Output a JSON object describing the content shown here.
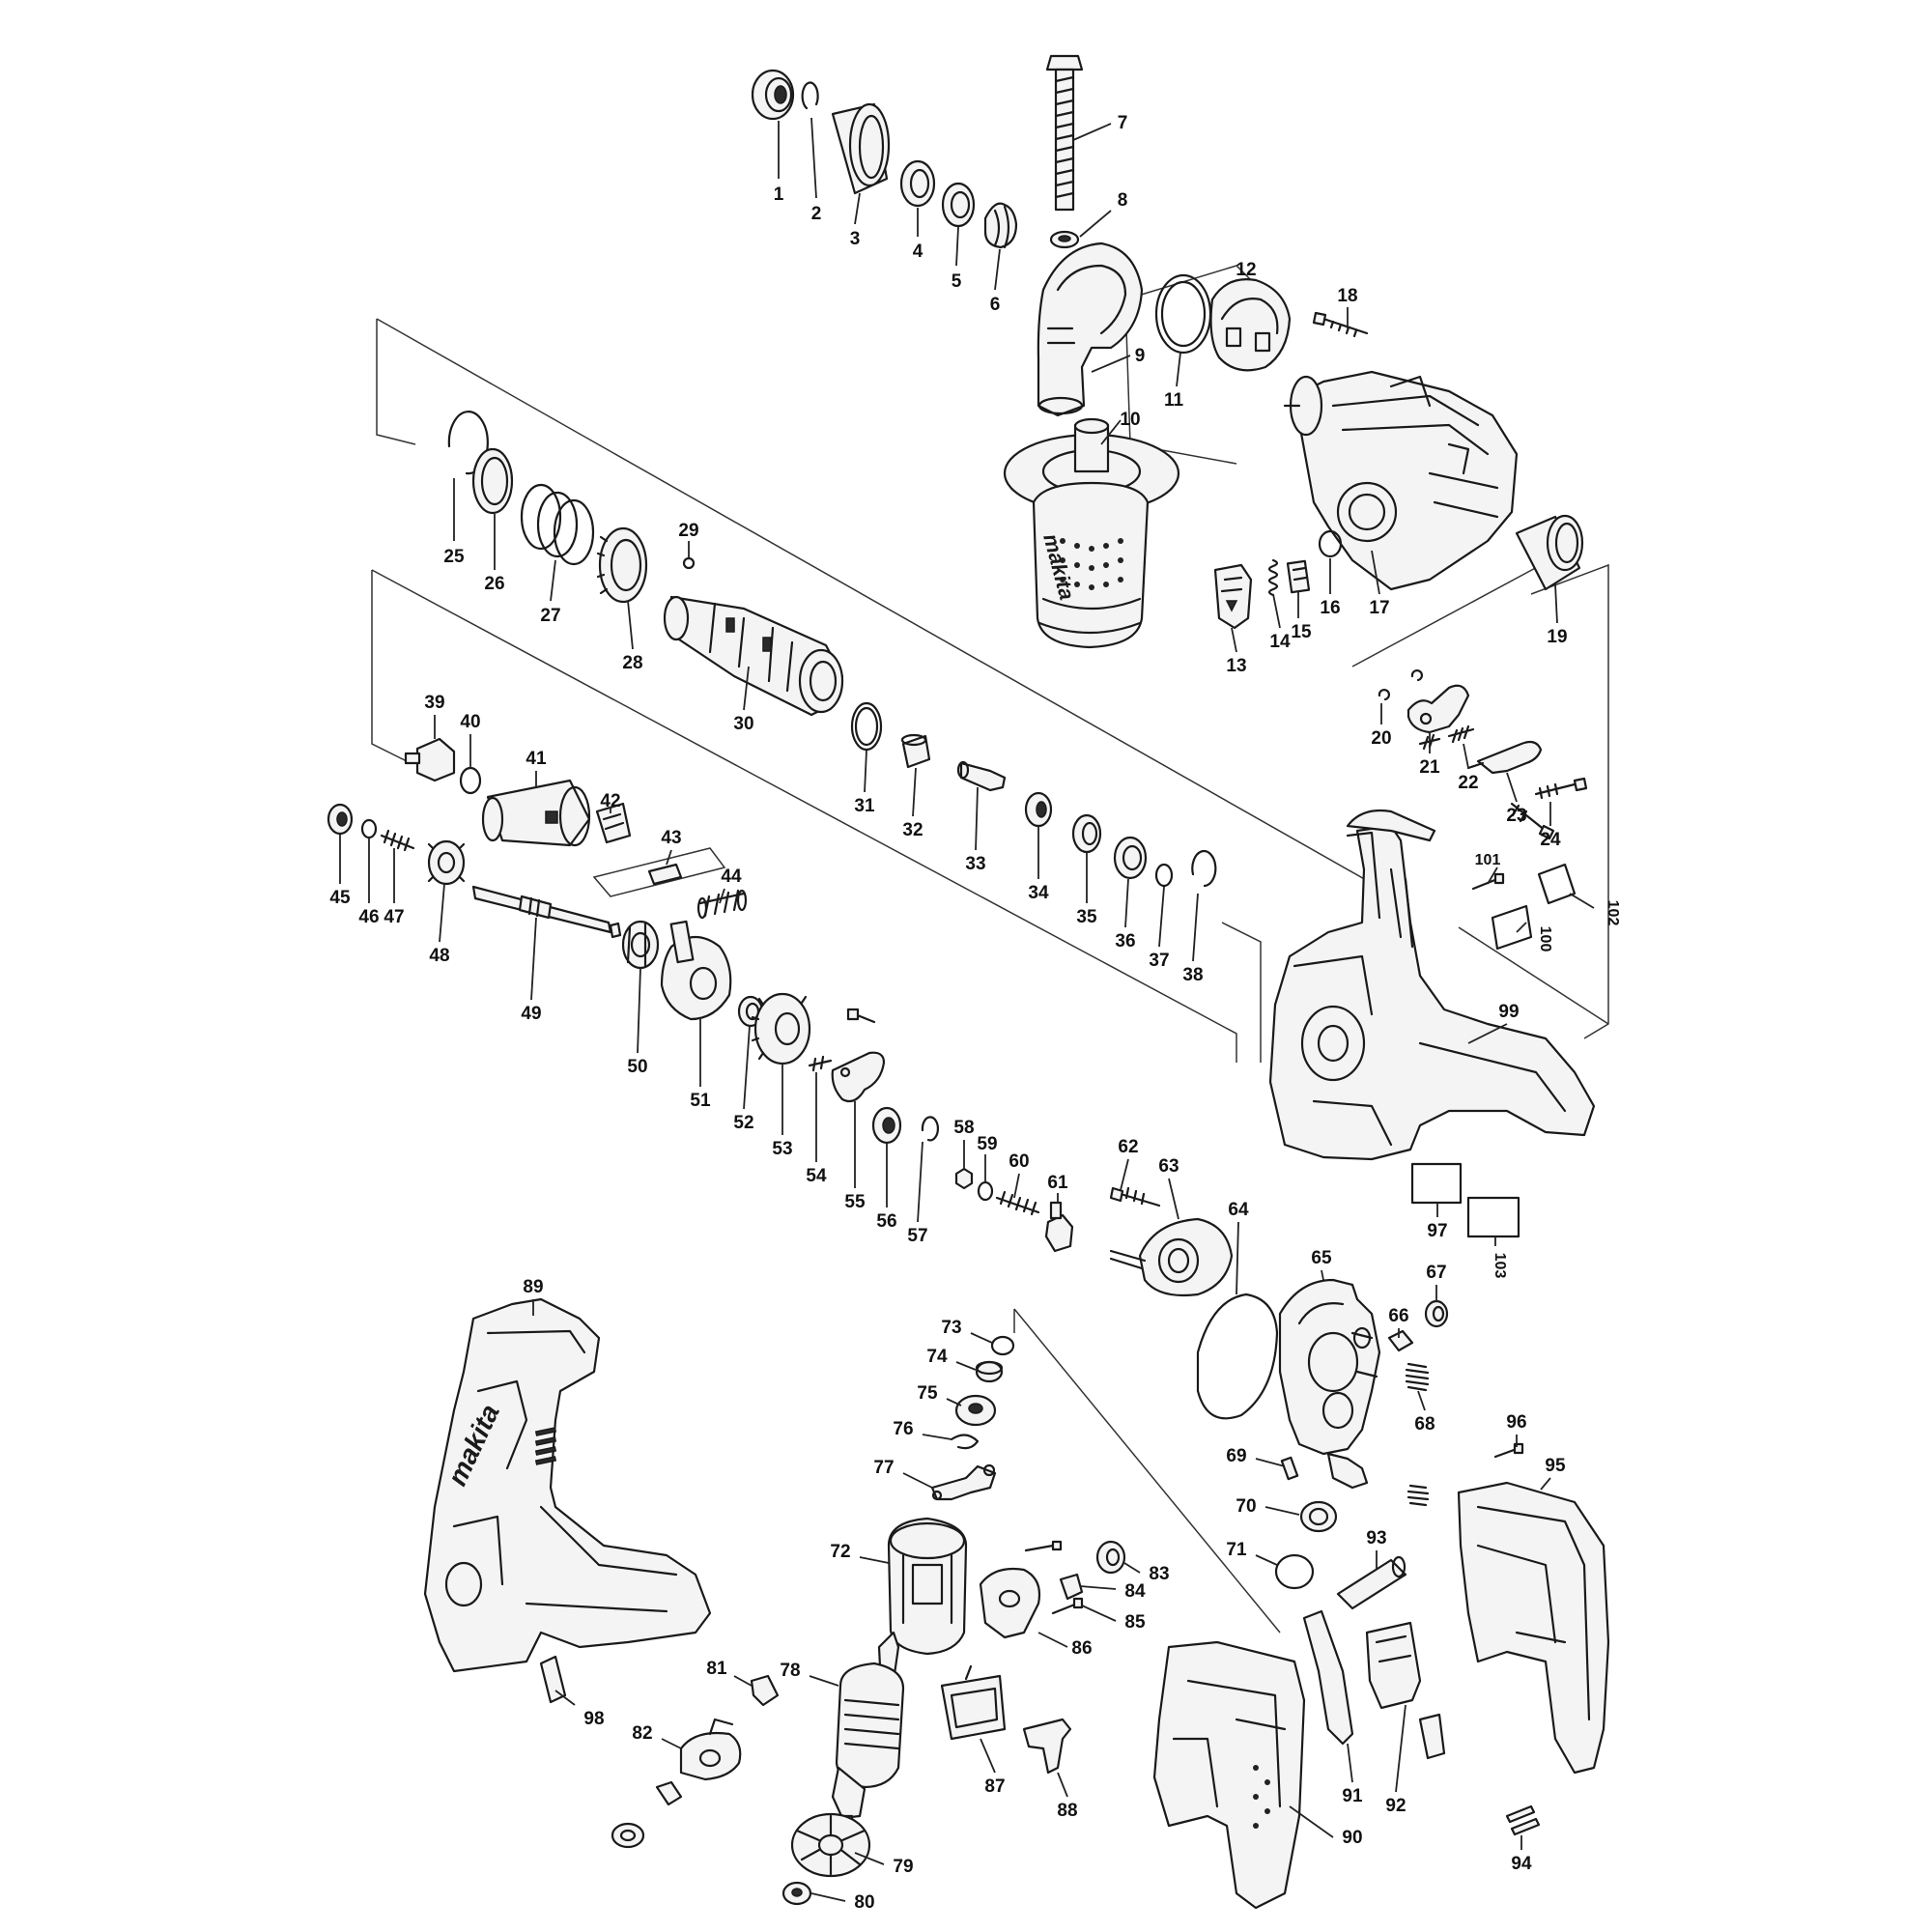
{
  "diagram": {
    "type": "exploded-parts-view",
    "callouts": [
      {
        "id": "1"
      },
      {
        "id": "2"
      },
      {
        "id": "3"
      },
      {
        "id": "4"
      },
      {
        "id": "5"
      },
      {
        "id": "6"
      },
      {
        "id": "7"
      },
      {
        "id": "8"
      },
      {
        "id": "9"
      },
      {
        "id": "10"
      },
      {
        "id": "11"
      },
      {
        "id": "12"
      },
      {
        "id": "13"
      },
      {
        "id": "14"
      },
      {
        "id": "15"
      },
      {
        "id": "16"
      },
      {
        "id": "17"
      },
      {
        "id": "18"
      },
      {
        "id": "19"
      },
      {
        "id": "20"
      },
      {
        "id": "21"
      },
      {
        "id": "22"
      },
      {
        "id": "23"
      },
      {
        "id": "24"
      },
      {
        "id": "25"
      },
      {
        "id": "26"
      },
      {
        "id": "27"
      },
      {
        "id": "28"
      },
      {
        "id": "29"
      },
      {
        "id": "30"
      },
      {
        "id": "31"
      },
      {
        "id": "32"
      },
      {
        "id": "33"
      },
      {
        "id": "34"
      },
      {
        "id": "35"
      },
      {
        "id": "36"
      },
      {
        "id": "37"
      },
      {
        "id": "38"
      },
      {
        "id": "39"
      },
      {
        "id": "40"
      },
      {
        "id": "41"
      },
      {
        "id": "42"
      },
      {
        "id": "43"
      },
      {
        "id": "44"
      },
      {
        "id": "45"
      },
      {
        "id": "46"
      },
      {
        "id": "47"
      },
      {
        "id": "48"
      },
      {
        "id": "49"
      },
      {
        "id": "50"
      },
      {
        "id": "51"
      },
      {
        "id": "52"
      },
      {
        "id": "53"
      },
      {
        "id": "54"
      },
      {
        "id": "55"
      },
      {
        "id": "56"
      },
      {
        "id": "57"
      },
      {
        "id": "58"
      },
      {
        "id": "59"
      },
      {
        "id": "60"
      },
      {
        "id": "61"
      },
      {
        "id": "62"
      },
      {
        "id": "63"
      },
      {
        "id": "64"
      },
      {
        "id": "65"
      },
      {
        "id": "66"
      },
      {
        "id": "67"
      },
      {
        "id": "68"
      },
      {
        "id": "69"
      },
      {
        "id": "70"
      },
      {
        "id": "71"
      },
      {
        "id": "72"
      },
      {
        "id": "73"
      },
      {
        "id": "74"
      },
      {
        "id": "75"
      },
      {
        "id": "76"
      },
      {
        "id": "77"
      },
      {
        "id": "78"
      },
      {
        "id": "79"
      },
      {
        "id": "80"
      },
      {
        "id": "81"
      },
      {
        "id": "82"
      },
      {
        "id": "83"
      },
      {
        "id": "84"
      },
      {
        "id": "85"
      },
      {
        "id": "86"
      },
      {
        "id": "87"
      },
      {
        "id": "88"
      },
      {
        "id": "89"
      },
      {
        "id": "90"
      },
      {
        "id": "91"
      },
      {
        "id": "92"
      },
      {
        "id": "93"
      },
      {
        "id": "94"
      },
      {
        "id": "95"
      },
      {
        "id": "96"
      },
      {
        "id": "97"
      },
      {
        "id": "98"
      },
      {
        "id": "99"
      },
      {
        "id": "100"
      },
      {
        "id": "101"
      },
      {
        "id": "102"
      },
      {
        "id": "103"
      }
    ],
    "handle_logo": "makita",
    "housing_logo": "makita"
  }
}
